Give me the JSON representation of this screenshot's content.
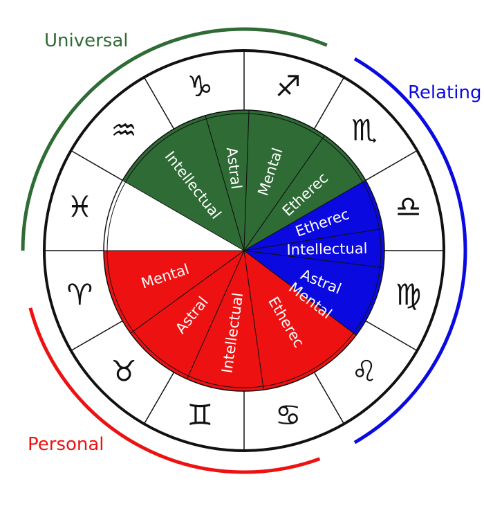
{
  "groups": [
    {
      "name": "Universal",
      "color": "#2e6b35",
      "wedges": [
        "Intellectual",
        "Astral",
        "Mental",
        "Etherec"
      ]
    },
    {
      "name": "Relating",
      "color": "#0a0ae0",
      "wedges": [
        "Etherec",
        "Intellectual",
        "Astral",
        "Mental"
      ]
    },
    {
      "name": "Personal",
      "color": "#ee1111",
      "wedges": [
        "Etherec",
        "Intellectual",
        "Astral",
        "Mental"
      ]
    }
  ],
  "zodiac_signs": [
    {
      "name": "capricorn",
      "symbol": "♑"
    },
    {
      "name": "sagittarius",
      "symbol": "♐"
    },
    {
      "name": "scorpio",
      "symbol": "♏"
    },
    {
      "name": "libra",
      "symbol": "♎"
    },
    {
      "name": "virgo",
      "symbol": "♍"
    },
    {
      "name": "leo",
      "symbol": "♌"
    },
    {
      "name": "cancer",
      "symbol": "♋"
    },
    {
      "name": "gemini",
      "symbol": "♊"
    },
    {
      "name": "taurus",
      "symbol": "♉"
    },
    {
      "name": "aries",
      "symbol": "♈"
    },
    {
      "name": "pisces",
      "symbol": "♓"
    },
    {
      "name": "aquarius",
      "symbol": "♒"
    }
  ]
}
